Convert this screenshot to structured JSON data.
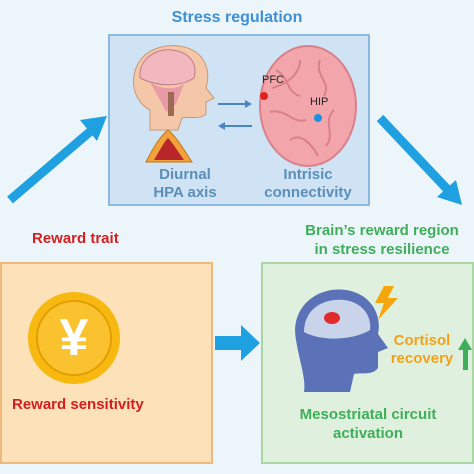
{
  "stress_regulation": {
    "title": "Stress regulation",
    "left_label_line1": "Diurnal",
    "left_label_line2": "HPA axis",
    "right_label_line1": "Intrisic",
    "right_label_line2": "connectivity",
    "pfc": "PFC",
    "hip": "HIP"
  },
  "reward_trait": {
    "title": "Reward trait",
    "label": "Reward sensitivity",
    "coin_symbol": "¥"
  },
  "resilience": {
    "title_line1": "Brain’s reward region",
    "title_line2": "in stress resilience",
    "cortisol_line1": "Cortisol",
    "cortisol_line2": "recovery",
    "circuit_line1": "Mesostriatal circuit",
    "circuit_line2": "activation"
  },
  "colors": {
    "arrow_blue": "#1fa0e0",
    "red_text": "#d31f1f",
    "green_text": "#3fae5a",
    "orange_text": "#f0a21a",
    "title_blue": "#3d8fd6"
  }
}
